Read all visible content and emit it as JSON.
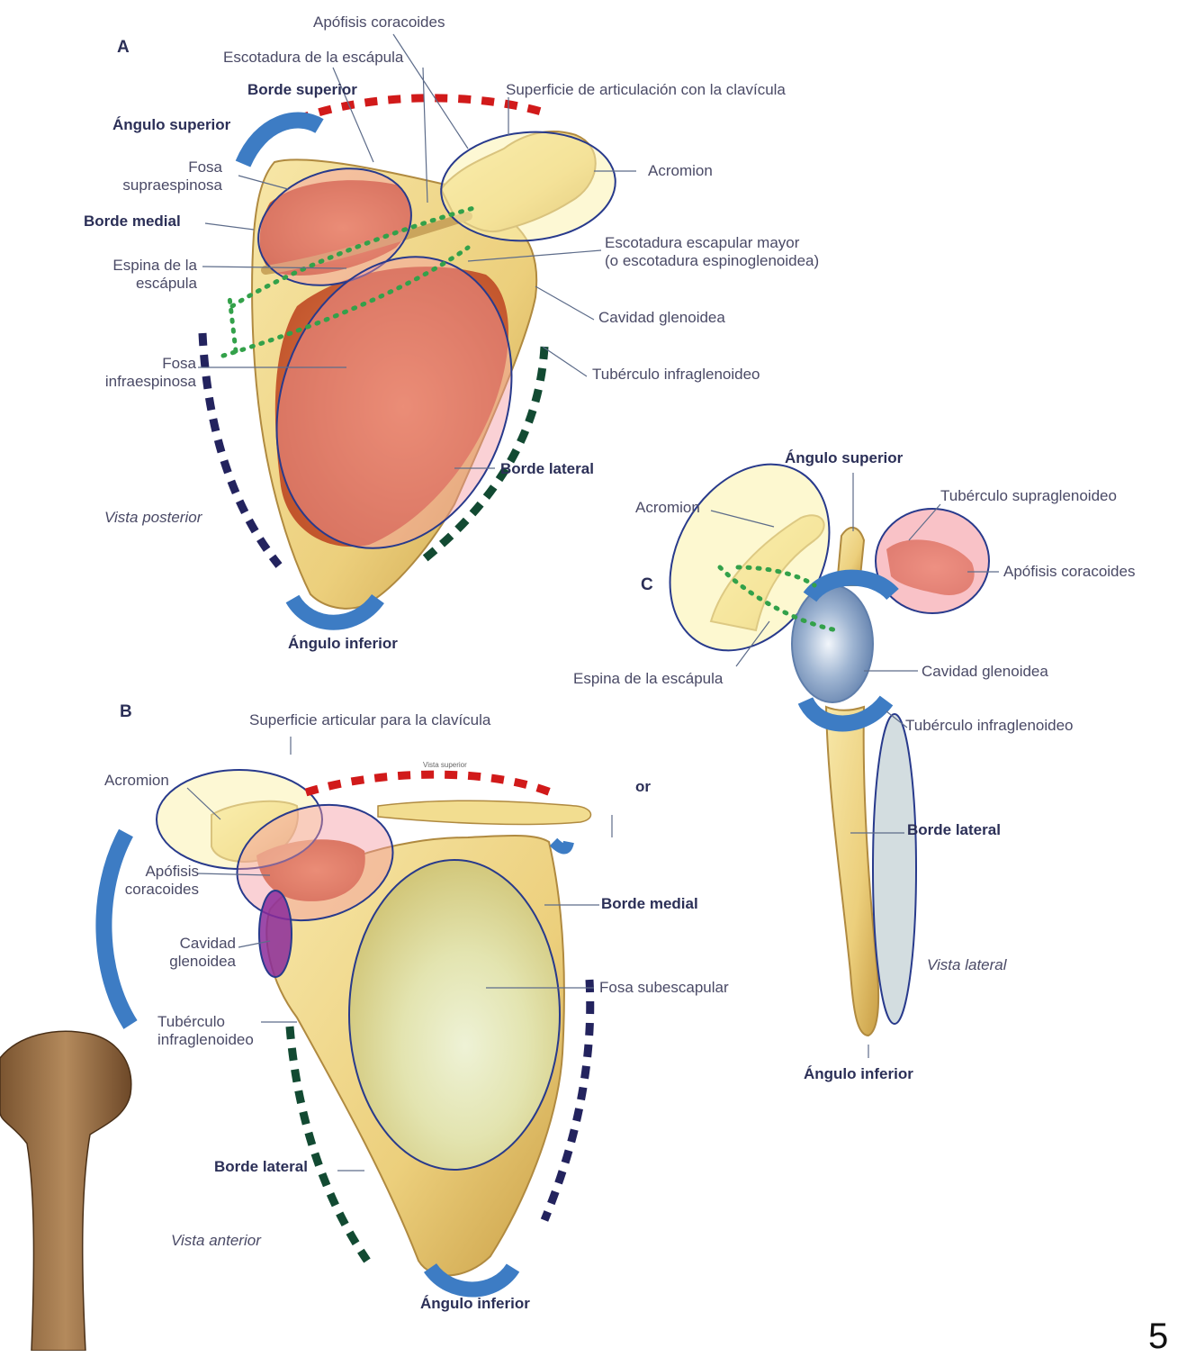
{
  "panels": {
    "a": "A",
    "b": "B",
    "c": "C"
  },
  "page_number": "5",
  "colors": {
    "bone": "#f0d68a",
    "muscle": "#d2693a",
    "red_dash": "#d11a1a",
    "navy_dash": "#23235e",
    "green_dash": "#124a32",
    "blue_arc": "#3d7cc4",
    "pink_overlay": "#f59aa2",
    "yellow_overlay": "#fbf3b0",
    "glenoid": "#8aa5c8",
    "green_dots": "#33a14a",
    "outline": "#283a8c"
  },
  "view_a": {
    "apofisis_coracoides": "Apófisis coracoides",
    "escotadura_escapula": "Escotadura de la escápula",
    "borde_superior": "Borde superior",
    "superficie_clavicula": "Superficie de articulación con la clavícula",
    "angulo_superior": "Ángulo superior",
    "fosa_supraespinosa": "Fosa\nsupraespinosa",
    "borde_medial": "Borde medial",
    "acromion": "Acromion",
    "espina_escapula": "Espina de la\nescápula",
    "escotadura_mayor": "Escotadura escapular mayor\n(o escotadura espinoglenoidea)",
    "cavidad_glenoidea": "Cavidad glenoidea",
    "fosa_infraespinosa": "Fosa\ninfraespinosa",
    "tuberculo_infraglenoideo": "Tubérculo infraglenoideo",
    "borde_lateral": "Borde lateral",
    "vista": "Vista posterior",
    "angulo_inferior": "Ángulo inferior"
  },
  "view_b": {
    "superficie_articular": "Superficie articular para la clavícula",
    "acromion": "Acromion",
    "apofisis_coracoides": "Apófisis\ncoracoides",
    "cavidad_glenoidea": "Cavidad\nglenoidea",
    "tuberculo_infraglenoideo": "Tubérculo\ninfraglenoideo",
    "borde_medial": "Borde medial",
    "fosa_subescapular": "Fosa subescapular",
    "borde_lateral": "Borde lateral",
    "vista": "Vista anterior",
    "angulo_inferior": "Ángulo inferior",
    "fragment_or": "or",
    "inset_caption": "Vista superior"
  },
  "view_c": {
    "angulo_superior": "Ángulo superior",
    "acromion": "Acromion",
    "tuberculo_supraglenoideo": "Tubérculo supraglenoideo",
    "apofisis_coracoides": "Apófisis coracoides",
    "espina_escapula": "Espina de la escápula",
    "cavidad_glenoidea": "Cavidad glenoidea",
    "tuberculo_infraglenoideo": "Tubérculo infraglenoideo",
    "borde_lateral": "Borde lateral",
    "vista": "Vista lateral",
    "angulo_inferior": "Ángulo inferior"
  }
}
